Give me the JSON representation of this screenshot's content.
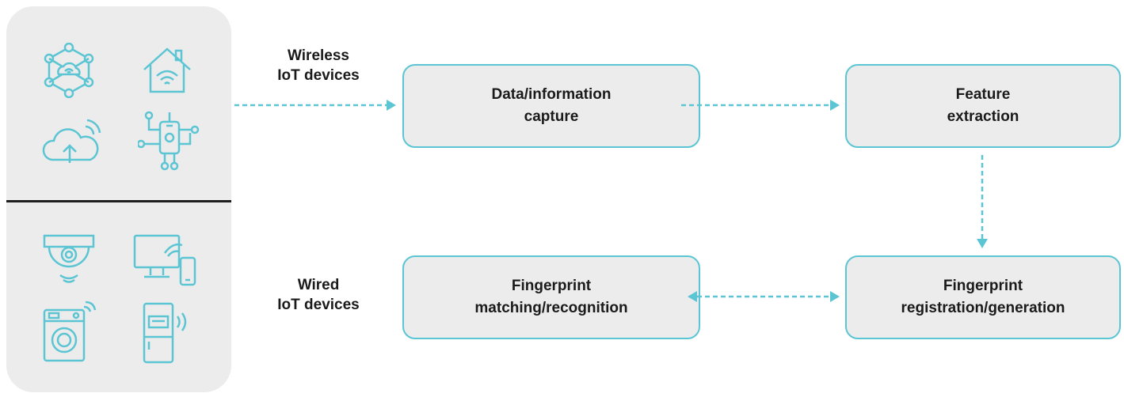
{
  "colors": {
    "accent": "#5cc5d3",
    "panel": "#ececec",
    "text": "#1a1a1a",
    "divider": "#1d1d1d"
  },
  "device_panel": {
    "wireless_icons": [
      "network-cloud-icon",
      "smart-home-wifi-icon",
      "cloud-upload-icon",
      "smartphone-network-icon"
    ],
    "wired_icons": [
      "security-camera-icon",
      "monitor-phone-icon",
      "washing-machine-icon",
      "smart-fridge-icon"
    ]
  },
  "labels": {
    "wireless": "Wireless\nIoT devices",
    "wired": "Wired\nIoT devices"
  },
  "nodes": {
    "capture": "Data/information\ncapture",
    "feature": "Feature\nextraction",
    "registration": "Fingerprint\nregistration/generation",
    "matching": "Fingerprint\nmatching/recognition"
  }
}
